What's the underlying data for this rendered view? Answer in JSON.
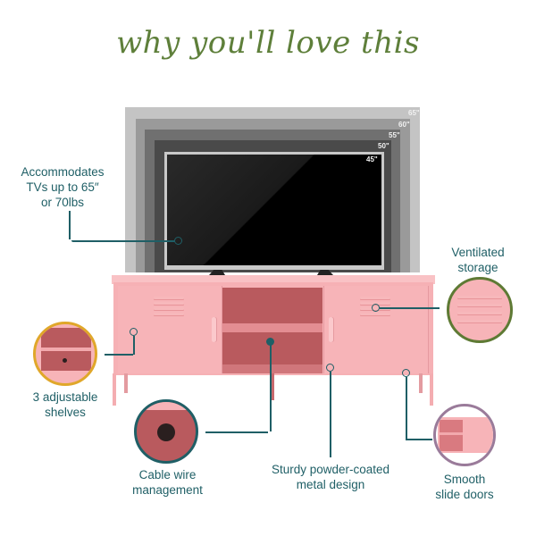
{
  "title": "why you'll love this",
  "tv": {
    "size_labels": [
      "65\"",
      "60\"",
      "55\"",
      "50\"",
      "45\""
    ]
  },
  "features": [
    {
      "id": "tv-capacity",
      "label_lines": [
        "Accommodates",
        "TVs up to 65″",
        "or 70lbs"
      ]
    },
    {
      "id": "ventilated",
      "label_lines": [
        "Ventilated",
        "storage"
      ]
    },
    {
      "id": "shelves",
      "label_lines": [
        "3 adjustable",
        "shelves"
      ]
    },
    {
      "id": "cable",
      "label_lines": [
        "Cable wire",
        "management"
      ]
    },
    {
      "id": "sturdy",
      "label_lines": [
        "Sturdy powder-coated",
        "metal design"
      ]
    },
    {
      "id": "doors",
      "label_lines": [
        "Smooth",
        "slide doors"
      ]
    }
  ],
  "colors": {
    "title_green": "#5e7f3a",
    "label_teal": "#1f5f66",
    "cabinet_pink": "#f7b3b7",
    "interior_red": "#b95a5e",
    "ring_green": "#5e7a34",
    "ring_gold": "#e0a72a",
    "ring_teal": "#1f5f66",
    "ring_mauve": "#9a7b9a"
  }
}
